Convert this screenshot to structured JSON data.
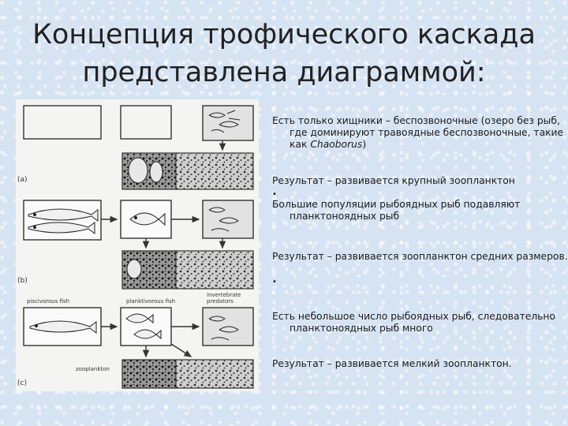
{
  "slide": {
    "title_line1": "Концепция трофического каскада",
    "title_line2": "представлена диаграммой:"
  },
  "figure": {
    "panel_a": "(a)",
    "panel_b": "(b)",
    "panel_c": "(c)",
    "label_piscivorous": "piscivorous fish",
    "label_planktivorous": "planktivorous fish",
    "label_invertebrate_1": "invertebrate",
    "label_invertebrate_2": "predators",
    "label_zooplankton": "zooplankton"
  },
  "text": {
    "p1_prefix": "Есть только хищники – беспозвоночные (озеро без рыб, где доминируют травоядные беспозвоночные, такие как ",
    "p1_italic": "Chaoborus",
    "p1_suffix": ")",
    "p2": "Результат – развивается крупный зоопланктон",
    "bullet_1": "•",
    "p3": "Большие популяции рыбоядных рыб подавляют планктоноядных рыб",
    "p4": "Результат – развивается зоопланктон средних размеров.",
    "bullet_2": "•",
    "p5": "Есть небольшое число рыбоядных рыб, следовательно планктоноядных рыб много",
    "p6": "Результат – развивается мелкий зоопланктон."
  }
}
